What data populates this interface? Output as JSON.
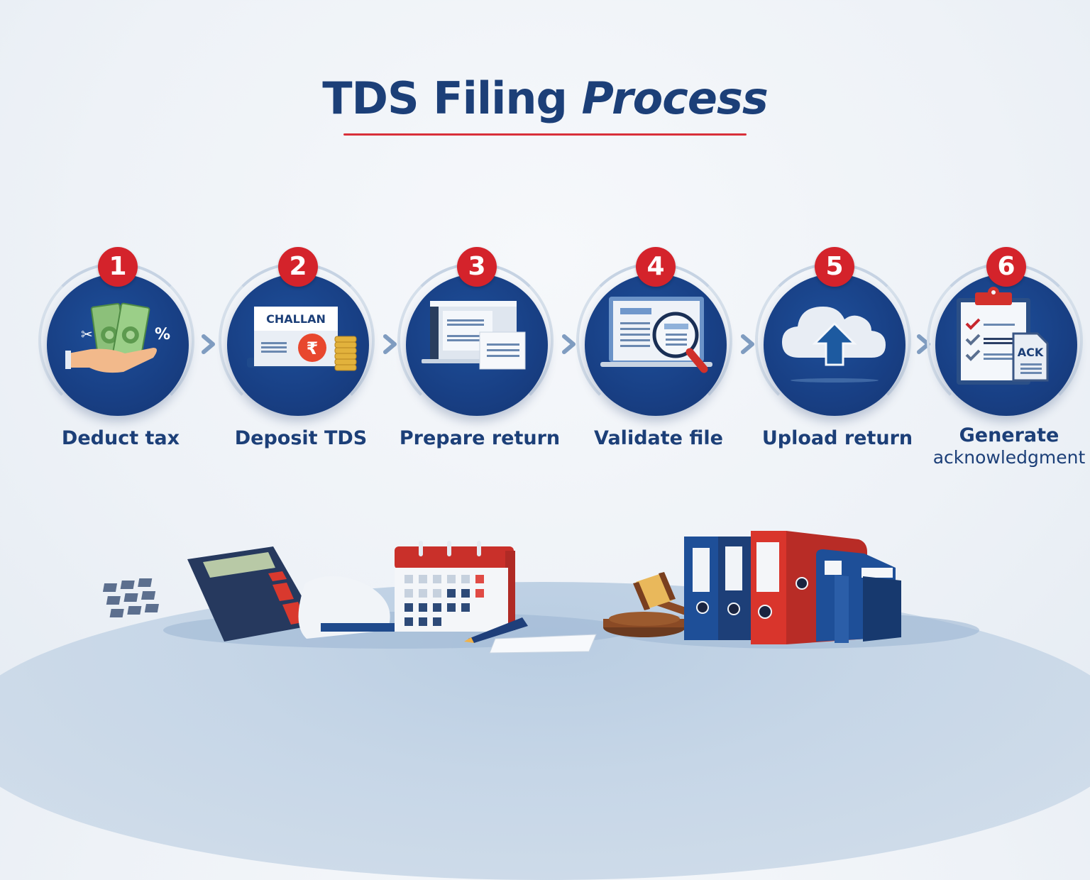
{
  "title": {
    "main": "TDS Filing ",
    "accent": "Process"
  },
  "colors": {
    "title": "#1c3f78",
    "underline": "#d9303a",
    "circle": "#183f84",
    "badge": "#d4232b",
    "arrow": "#7f9cc0"
  },
  "steps": [
    {
      "number": "1",
      "label": "Deduct tax",
      "sub": "",
      "icon": "hand-money-icon",
      "icon_text": [
        "%",
        "✂"
      ]
    },
    {
      "number": "2",
      "label": "Deposit TDS",
      "sub": "",
      "icon": "challan-coins-icon",
      "icon_text": [
        "CHALLAN",
        "₹"
      ]
    },
    {
      "number": "3",
      "label": "Prepare return",
      "sub": "",
      "icon": "laptop-document-icon",
      "icon_text": []
    },
    {
      "number": "4",
      "label": "Validate file",
      "sub": "",
      "icon": "laptop-magnifier-icon",
      "icon_text": []
    },
    {
      "number": "5",
      "label": "Upload return",
      "sub": "",
      "icon": "cloud-upload-icon",
      "icon_text": []
    },
    {
      "number": "6",
      "label": "Generate",
      "sub": "acknowledgment",
      "icon": "clipboard-ack-icon",
      "icon_text": [
        "ACK"
      ]
    }
  ],
  "desk": {
    "items": [
      "calculator",
      "receipt-roll",
      "calendar",
      "pen",
      "notepad",
      "gavel",
      "binders",
      "folder"
    ]
  }
}
